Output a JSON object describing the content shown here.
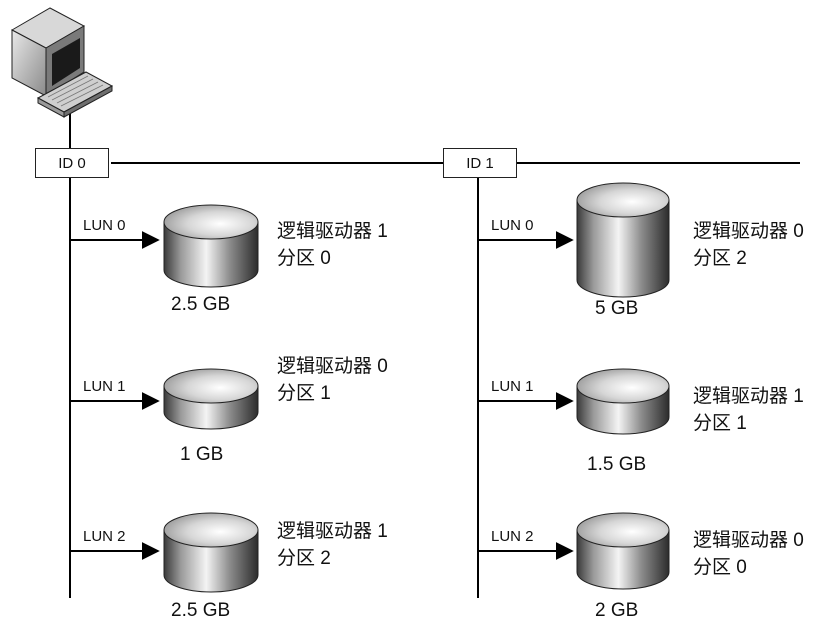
{
  "buses": [
    {
      "id_label": "ID 0",
      "luns": [
        {
          "lun": "LUN 0",
          "size": "2.5 GB",
          "drive": "逻辑驱动器 1",
          "partition": "分区 0"
        },
        {
          "lun": "LUN 1",
          "size": "1 GB",
          "drive": "逻辑驱动器 0",
          "partition": "分区 1"
        },
        {
          "lun": "LUN 2",
          "size": "2.5 GB",
          "drive": "逻辑驱动器 1",
          "partition": "分区 2"
        }
      ]
    },
    {
      "id_label": "ID 1",
      "luns": [
        {
          "lun": "LUN 0",
          "size": "5 GB",
          "drive": "逻辑驱动器 0",
          "partition": "分区 2"
        },
        {
          "lun": "LUN 1",
          "size": "1.5 GB",
          "drive": "逻辑驱动器 1",
          "partition": "分区 1"
        },
        {
          "lun": "LUN 2",
          "size": "2 GB",
          "drive": "逻辑驱动器 0",
          "partition": "分区 0"
        }
      ]
    }
  ],
  "icons": {
    "host": "computer-icon",
    "disk": "disk-icon"
  }
}
